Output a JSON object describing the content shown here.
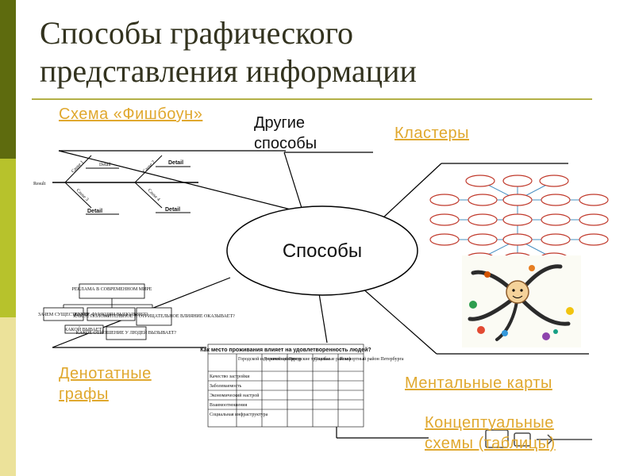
{
  "slide": {
    "title_line1": "Способы графического",
    "title_line2": "представления информации"
  },
  "center": {
    "label": "Способы"
  },
  "branches": {
    "fishbone": "Схема «Фишбоун»",
    "other_line1": "Другие",
    "other_line2": "способы",
    "clusters": "Кластеры",
    "denotative_line1": "Денотатные",
    "denotative_line2": "графы",
    "mental_maps": "Ментальные карты",
    "concept_line1": "Концептуальные",
    "concept_line2": "схемы (таблицы)"
  },
  "fishbone_diagram": {
    "result": "Result",
    "cause_labels": [
      "Cause 1",
      "Cause 2",
      "Cause 3",
      "Cause 4"
    ],
    "detail": "Detail"
  },
  "denotative_diagram": {
    "top": "РЕКЛАМА\nВ СОВРЕМЕННОМ МИРЕ",
    "b1": "ЗАЧЕМ\nСУЩЕСТВУЕТ?",
    "b2": "КАКИЕ ФУНКЦИИ\nВЫПОЛНЯЕТ?",
    "b3": "КАКОЕ\nПОЛОЖИТЕЛЬНОЕ И\nОТРИЦАТЕЛЬНОЕ\nВЛИЯНИЕ ОКАЗЫВАЕТ?",
    "c1": "КАКОЙ ВЫВАЕТ?",
    "c2": "КАКОЕ\nОТНОШЕНИЕ У\nЛЮДЕЙ ВЫЗЫВАЕТ?"
  },
  "table_diagram": {
    "heading": "Как место проживания влияет на удовлетворенность людей?",
    "columns": [
      "Городской исторический центр",
      "Деловой центр",
      "Городские трущобы",
      "Спальные районы",
      "Комфортный район Петербурга"
    ],
    "rows": [
      "Качество застройки",
      "Заболеваемость",
      "Экономический настрой",
      "Взаимоотношения",
      "Социальная инфраструктура"
    ]
  },
  "colors": {
    "band_dark": "#5e6b0e",
    "band_mid": "#b7c22c",
    "band_light": "#ece29a",
    "link": "#e0a82e",
    "rule": "#b3b046",
    "cluster_stroke": "#c0392b",
    "cluster_line": "#4a90c2"
  }
}
